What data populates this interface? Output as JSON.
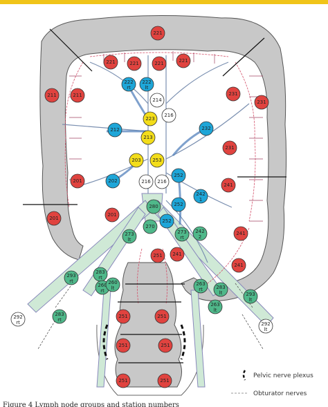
{
  "diagram": {
    "legend": {
      "pelvic_plexus": "Pelvic nerve plexus",
      "obturator": "Obturator nerves"
    },
    "caption": "Figure 4   Lymph node groups and station numbers",
    "colors": {
      "red": "#e0433f",
      "blue": "#1ea6d8",
      "yellow": "#f3dd1a",
      "green": "#4fb88a",
      "white": "#ffffff",
      "colon": "#c8c8c8",
      "top_bar": "#f0c419"
    },
    "nodes": [
      {
        "id": "221",
        "color": "red",
        "sub": ""
      },
      {
        "id": "221",
        "color": "red",
        "sub": ""
      },
      {
        "id": "221",
        "color": "red",
        "sub": ""
      },
      {
        "id": "221",
        "color": "red",
        "sub": ""
      },
      {
        "id": "221",
        "color": "red",
        "sub": ""
      },
      {
        "id": "211",
        "color": "red",
        "sub": ""
      },
      {
        "id": "211",
        "color": "red",
        "sub": ""
      },
      {
        "id": "231",
        "color": "red",
        "sub": ""
      },
      {
        "id": "231",
        "color": "red",
        "sub": ""
      },
      {
        "id": "231",
        "color": "red",
        "sub": ""
      },
      {
        "id": "201",
        "color": "red",
        "sub": ""
      },
      {
        "id": "201",
        "color": "red",
        "sub": ""
      },
      {
        "id": "201",
        "color": "red",
        "sub": ""
      },
      {
        "id": "241",
        "color": "red",
        "sub": ""
      },
      {
        "id": "241",
        "color": "red",
        "sub": ""
      },
      {
        "id": "241",
        "color": "red",
        "sub": ""
      },
      {
        "id": "241",
        "color": "red",
        "sub": ""
      },
      {
        "id": "251",
        "color": "red",
        "sub": ""
      },
      {
        "id": "251",
        "color": "red",
        "sub": ""
      },
      {
        "id": "251",
        "color": "red",
        "sub": ""
      },
      {
        "id": "251",
        "color": "red",
        "sub": ""
      },
      {
        "id": "251",
        "color": "red",
        "sub": ""
      },
      {
        "id": "251",
        "color": "red",
        "sub": ""
      },
      {
        "id": "251",
        "color": "red",
        "sub": ""
      },
      {
        "id": "222",
        "color": "blue",
        "sub": "rt"
      },
      {
        "id": "222",
        "color": "blue",
        "sub": "lt"
      },
      {
        "id": "212",
        "color": "blue",
        "sub": ""
      },
      {
        "id": "232",
        "color": "blue",
        "sub": ""
      },
      {
        "id": "202",
        "color": "blue",
        "sub": ""
      },
      {
        "id": "252",
        "color": "blue",
        "sub": ""
      },
      {
        "id": "242",
        "color": "blue",
        "sub": "1"
      },
      {
        "id": "252",
        "color": "blue",
        "sub": ""
      },
      {
        "id": "252",
        "color": "blue",
        "sub": ""
      },
      {
        "id": "214",
        "color": "white",
        "sub": ""
      },
      {
        "id": "216",
        "color": "white",
        "sub": ""
      },
      {
        "id": "216",
        "color": "white",
        "sub": ""
      },
      {
        "id": "216",
        "color": "white",
        "sub": ""
      },
      {
        "id": "223",
        "color": "yellow",
        "sub": ""
      },
      {
        "id": "213",
        "color": "yellow",
        "sub": ""
      },
      {
        "id": "203",
        "color": "yellow",
        "sub": ""
      },
      {
        "id": "253",
        "color": "yellow",
        "sub": ""
      },
      {
        "id": "280",
        "color": "green",
        "sub": ""
      },
      {
        "id": "270",
        "color": "green",
        "sub": ""
      },
      {
        "id": "273",
        "color": "green",
        "sub": "rt"
      },
      {
        "id": "273",
        "color": "green",
        "sub": "lt"
      },
      {
        "id": "242",
        "color": "green",
        "sub": "2"
      },
      {
        "id": "293",
        "color": "green",
        "sub": "rt"
      },
      {
        "id": "283",
        "color": "green",
        "sub": "rt"
      },
      {
        "id": "260",
        "color": "green",
        "sub": "rt"
      },
      {
        "id": "260",
        "color": "green",
        "sub": "lt"
      },
      {
        "id": "263",
        "color": "green",
        "sub": "rt"
      },
      {
        "id": "283",
        "color": "green",
        "sub": "rt"
      },
      {
        "id": "263",
        "color": "green",
        "sub": "lt"
      },
      {
        "id": "283",
        "color": "green",
        "sub": "lt"
      },
      {
        "id": "293",
        "color": "green",
        "sub": "lt"
      },
      {
        "id": "292",
        "color": "white",
        "sub": "rt"
      },
      {
        "id": "292",
        "color": "white",
        "sub": "lt"
      }
    ]
  }
}
